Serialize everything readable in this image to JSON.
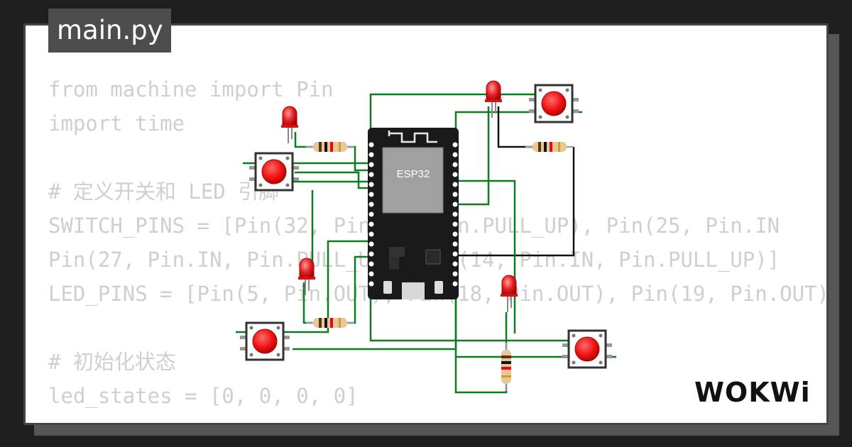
{
  "tab": {
    "filename": "main.py"
  },
  "code": {
    "lines": [
      "from machine import Pin",
      "import time",
      "",
      "# 定义开关和 LED 引脚",
      "SWITCH_PINS = [Pin(32, Pin.IN, Pin.PULL_UP), Pin(25, Pin.IN",
      "Pin(27, Pin.IN, Pin.PULL_UP), Pin(14, Pin.IN, Pin.PULL_UP)]",
      "LED_PINS = [Pin(5, Pin.OUT), Pin(18, Pin.OUT), Pin(19, Pin.OUT)",
      "",
      "# 初始化状态",
      "led_states = [0, 0, 0, 0]"
    ]
  },
  "board": {
    "label": "ESP32"
  },
  "brand": {
    "logo_text": "WOKWi"
  },
  "colors": {
    "background": "#1e1e1e",
    "card": "#ffffff",
    "tab": "#4d4d4d",
    "code_text": "#cfcfcf",
    "wire_green": "#0a7d1e",
    "wire_black": "#111111",
    "led_red": "#e02020",
    "button_red": "#ee1111",
    "board": "#1a1a1a"
  }
}
